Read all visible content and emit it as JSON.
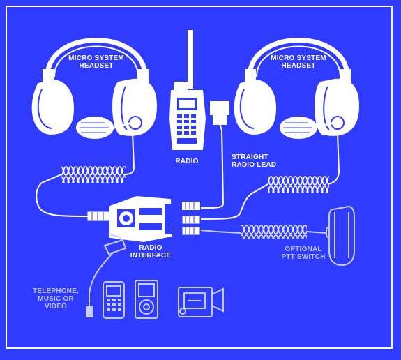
{
  "labels": {
    "headset_left": "MICRO SYSTEM\nHEADSET",
    "headset_right": "MICRO SYSTEM\nHEADSET",
    "radio": "RADIO",
    "straight_lead": "STRAIGHT\nRADIO LEAD",
    "radio_interface": "RADIO\nINTERFACE",
    "optional_ptt": "OPTIONAL\nPTT SWITCH",
    "telephone": "TELEPHONE,\nMUSIC OR\nVIDEO"
  },
  "colors": {
    "background": "#2f3bff",
    "line": "#ffffff",
    "accent_text": "#b9c2ff",
    "device_outline": "#c8ceff"
  },
  "icons": [
    "headset-icon",
    "walkie-talkie-icon",
    "radio-interface-box-icon",
    "ptt-switch-icon",
    "microphone-icon",
    "phone-icon",
    "music-player-icon",
    "video-camera-icon"
  ]
}
